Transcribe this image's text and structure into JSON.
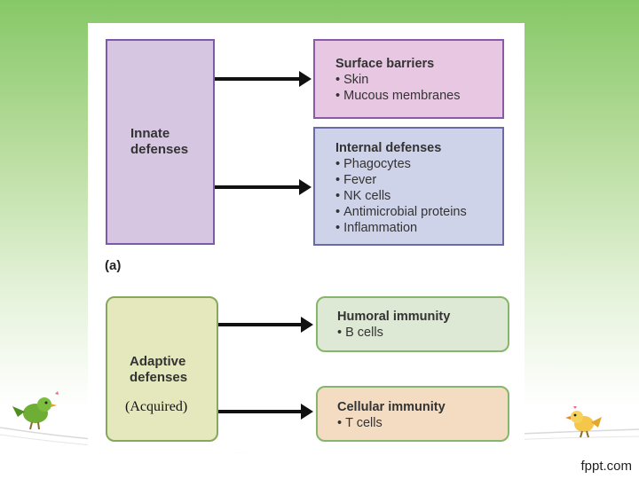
{
  "colors": {
    "innate_fill": "#d6c6e2",
    "innate_border": "#7d5aa6",
    "surface_fill": "#e8c7e2",
    "surface_border": "#8a5aa8",
    "internal_fill": "#cfd3ea",
    "internal_border": "#6a6ba6",
    "adaptive_fill": "#e5e8bd",
    "adaptive_border": "#86a85a",
    "humoral_fill": "#dde9d4",
    "humoral_border": "#86b66c",
    "cellular_fill": "#f4dcc2",
    "cellular_border": "#86b66c",
    "arrow": "#111111"
  },
  "innate": {
    "label": "Innate\ndefenses",
    "surface": {
      "title": "Surface barriers",
      "items": [
        "Skin",
        "Mucous membranes"
      ]
    },
    "internal": {
      "title": "Internal defenses",
      "items": [
        "Phagocytes",
        "Fever",
        "NK cells",
        "Antimicrobial proteins",
        "Inflammation"
      ]
    },
    "part_label": "(a)"
  },
  "adaptive": {
    "label": "Adaptive\ndefenses",
    "note": "(Acquired)",
    "humoral": {
      "title": "Humoral immunity",
      "items": [
        "B cells"
      ]
    },
    "cellular": {
      "title": "Cellular immunity",
      "items": [
        "T cells"
      ]
    }
  },
  "decorations": {
    "left_bird_icon": "green-bird-icon",
    "right_bird_icon": "yellow-bird-icon"
  },
  "footer": {
    "brand": "fppt.com"
  }
}
